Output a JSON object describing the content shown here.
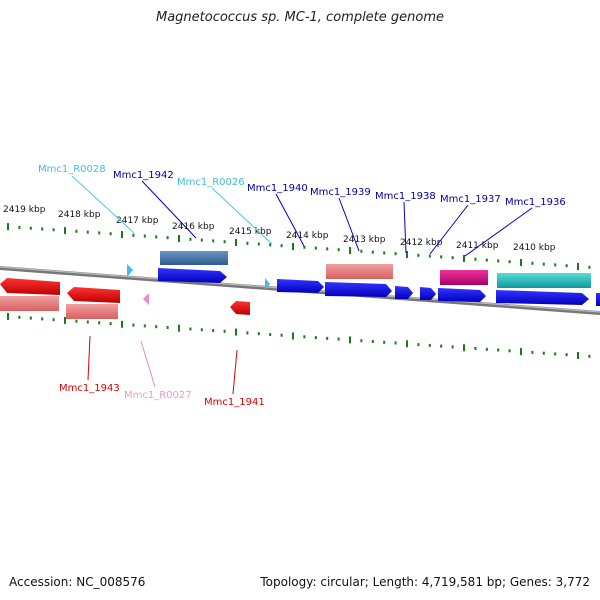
{
  "title": "Magnetococcus sp. MC-1, complete genome",
  "footer": {
    "accession": "Accession: NC_008576",
    "summary": "Topology: circular; Length: 4,719,581 bp; Genes: 3,772"
  },
  "scale_labels": [
    "2419 kbp",
    "2418 kbp",
    "2417 kbp",
    "2416 kbp",
    "2415 kbp",
    "2414 kbp",
    "2413 kbp",
    "2412 kbp",
    "2411 kbp",
    "2410 kbp"
  ],
  "gene_labels": {
    "r0028": "Mmc1_R0028",
    "g1942": "Mmc1_1942",
    "r0026": "Mmc1_R0026",
    "g1940": "Mmc1_1940",
    "g1939": "Mmc1_1939",
    "g1938": "Mmc1_1938",
    "g1937": "Mmc1_1937",
    "g1936": "Mmc1_1936",
    "g1943": "Mmc1_1943",
    "r0027": "Mmc1_R0027",
    "g1941": "Mmc1_1941"
  },
  "colors": {
    "protein_forward": "#0000ee",
    "protein_reverse": "#ee0000",
    "rrna": "#44bbee",
    "trna": "#ee88cc",
    "pseudo_forward": "#4477aa",
    "pseudo_reverse": "#ee7777",
    "magenta": "#dd1188",
    "teal": "#11bbbb",
    "ticks": "#1a7a1a",
    "backbone": "#888888"
  }
}
